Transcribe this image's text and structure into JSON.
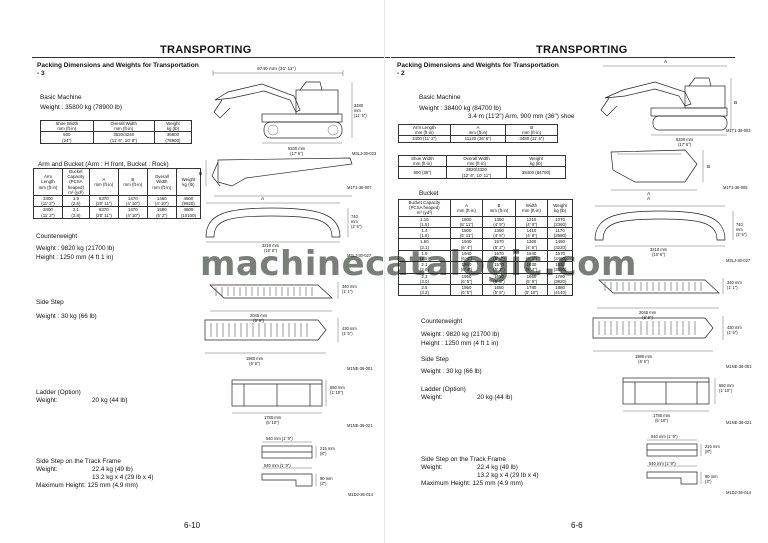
{
  "watermark": "machinecatalogic.com",
  "left": {
    "title": "TRANSPORTING",
    "heading": "Packing Dimensions and Weights for Transportation",
    "heading_suffix": "- 3",
    "basic": {
      "label": "Basic Machine",
      "weight": "Weight   :   35800 kg (78900 lb)",
      "dims": {
        "length": "9740 mm (31' 11\")",
        "height": "3480\nmm\n(11' 5\")",
        "width": "5330 mm\n(17' 6\")",
        "fig": "M3LJ-30-023"
      },
      "table_head": [
        "Shoe Width\nmm (ft·in)",
        "Overall Width\nmm (ft·in)",
        "Weight\nkg (lb)"
      ],
      "table_row": [
        "600\n(24\")",
        "3520/3240\n(11' 6\", 10' 8\")",
        "35800\n(78900)"
      ]
    },
    "arm": {
      "label": "Arm and Bucket (Arm : H front, Bucket : Rock)",
      "fig": "M1T1-36-007",
      "b_label": "B",
      "a_label": "A",
      "table_head": [
        "Arm\nLength\nmm (ft·in)",
        "Bucket\nCapacity\n(PCSA\nheaped)\nm³ (yd³)",
        "A\nmm (ft·in)",
        "B\nmm (ft·in)",
        "Overall\nWidth\nmm (ft·in)",
        "Weight\nkg (lb)"
      ],
      "table_rows": [
        [
          "3400\n(11' 2\")",
          "1.9\n(2.5)",
          "6370\n(20' 11\")",
          "1470\n(4' 10\")",
          "1460\n(4' 10\")",
          "4500\n(9920)"
        ],
        [
          "3400\n(11' 2\")",
          "2.1\n(2.8)",
          "6370\n(20' 11\")",
          "1470\n(4' 10\")",
          "1580\n(5' 2\")",
          "4600\n(10100)"
        ]
      ]
    },
    "counterweight": {
      "label": "Counterweight",
      "weight": "Weight   :   9820 kg (21700 lb)",
      "height": "Height   :   1250 mm (4 ft 1 in)",
      "dim_a": "A",
      "dim_len": "3210 mm\n(10' 6\")",
      "dim_h": "740\nmm\n(2' 5\")",
      "fig": "M3LJ-30-027"
    },
    "step_dims": {
      "h340": "340 mm\n(1' 1\")",
      "len2045": "2045 mm\n(6' 9\")",
      "h430": "430 mm\n(1' 5\")",
      "len1980": "1980 mm\n(6' 6\")",
      "fig": "M1NE-36-001"
    },
    "side_step": {
      "label": "Side Step",
      "weight": "Weight   :   30 kg (66 lb)"
    },
    "ladder": {
      "label": "Ladder (Option)",
      "weight_label": "Weight:",
      "weight": "20 kg (44 lb)",
      "h550": "550 mm\n(1' 10\")",
      "len1780": "1780 mm\n(5' 10\")",
      "fig": "M1NE-36-021"
    },
    "track_step": {
      "label": "Side Step on the Track Frame",
      "weight_label": "Weight:",
      "weight": "22.4 kg (49 lb)",
      "weight2": "13.2 kg x 4 (29 lb x 4)",
      "max": "Maximum Height: 125 mm (4.9 mm)",
      "w540a": "540 mm (1' 9\")",
      "h215": "215 mm\n(8\")",
      "w540b": "540 mm (1' 9\")",
      "h90": "90 mm\n(3\")",
      "fig": "M1D2-36-014"
    },
    "page_num": "6-10"
  },
  "right": {
    "title": "TRANSPORTING",
    "heading": "Packing Dimensions and Weights for Transportation",
    "heading_suffix": "- 2",
    "basic": {
      "label": "Basic Machine",
      "weight": "Weight   :   38400 kg (84700 lb)",
      "weight2": "3.4 m (11'2\") Arm, 900 mm (36\") shoe",
      "dims": {
        "a": "A",
        "b": "B",
        "width": "5330 mm\n(17' 6\")",
        "fig": "M1T1-36-003"
      },
      "table1_head": [
        "Arm Length\nmm (ft·in)",
        "A\nmm (ft·in)",
        "B\nmm (ft·in)"
      ],
      "table1_row": [
        "3400 (11' 2\")",
        "11120 (36' 6\")",
        "3480 (11' 5\")"
      ],
      "table2_head": [
        "Shoe Width\nmm (ft·in)",
        "Overall Width\nmm (ft·in)",
        "Weight\nkg (lb)"
      ],
      "table2_row": [
        "900 (36\")",
        "3820/3320\n(12' 6\", 10' 11\")",
        "38400 (84700)"
      ]
    },
    "bucket": {
      "label": "Bucket",
      "fig": "M1T1-36-005",
      "a": "A",
      "b": "B",
      "table_head": [
        "Bucket Capacity\n(PCSA heaped)\nm³ (yd³)",
        "A\nmm (ft·in)",
        "B\nmm (ft·in)",
        "Width\nmm (ft·in)",
        "Weight\nkg (lb)"
      ],
      "table_rows": [
        [
          "1.15\n(1.5)",
          "1800\n(5' 11\")",
          "1350\n(4' 5\")",
          "1210\n(4' 0\")",
          "1070\n(2360)"
        ],
        [
          "1.4\n(1.8)",
          "1800\n(5' 11\")",
          "1350\n(4' 5\")",
          "1410\n(4' 8\")",
          "1170\n(2580)"
        ],
        [
          "1.60\n(2.1)",
          "1940\n(6' 4\")",
          "1570\n(5' 2\")",
          "1360\n(4' 6\")",
          "1460\n(3220)"
        ],
        [
          "1.9\n(2.5)",
          "1940\n(6' 4\")",
          "1570\n(5' 2\")",
          "1540\n(5' 1\")",
          "1570\n(3460)"
        ],
        [
          "2.1\n(2.8)",
          "1940\n(6' 4\")",
          "1570\n(5' 2\")",
          "1630\n(5' 4\")",
          "1630\n(3590)"
        ],
        [
          "2.3\n(3.0)",
          "1950\n(6' 5\")",
          "1650\n(5' 5\")",
          "1660\n(5' 5\")",
          "1780\n(3920)"
        ],
        [
          "2.5\n(3.3)",
          "1950\n(6' 5\")",
          "1650\n(5' 5\")",
          "1780\n(5' 10\")",
          "1880\n(4140)"
        ]
      ]
    },
    "counterweight": {
      "label": "Counterweight",
      "weight": "Weight   :   9820 kg (21700 lb)",
      "height": "Height   :   1250 mm (4 ft 1 in)",
      "dim_a": "A",
      "dim_len": "3210 mm\n(10' 6\")",
      "dim_h": "740\nmm\n(2' 5\")",
      "fig": "M3LJ-30-027"
    },
    "step_dims": {
      "h340": "340 mm\n(1' 1\")",
      "len2045": "2045 mm\n(6' 9\")",
      "h430": "430 mm\n(1' 5\")",
      "len1980": "1980 mm\n(6' 6\")",
      "fig": "M1NE-36-001"
    },
    "side_step": {
      "label": "Side Step",
      "weight": "Weight   :   30 kg (66 lb)"
    },
    "ladder": {
      "label": "Ladder (Option)",
      "weight_label": "Weight:",
      "weight": "20 kg (44 lb)",
      "h550": "550 mm\n(1' 10\")",
      "len1780": "1780 mm\n(5' 10\")",
      "fig": "M1NE-36-021"
    },
    "track_step": {
      "label": "Side Step on the Track Frame",
      "weight_label": "Weight:",
      "weight": "22.4 kg (49 lb)",
      "weight2": "13.2 kg x 4 (29 lb x 4)",
      "max": "Maximum Height: 125 mm (4.9 mm)",
      "w540a": "540 mm (1' 9\")",
      "h215": "215 mm\n(8\")",
      "w540b": "540 mm (1' 9\")",
      "h90": "90 mm\n(3\")",
      "fig": "M1D2-36-014"
    },
    "page_num": "6-6"
  }
}
